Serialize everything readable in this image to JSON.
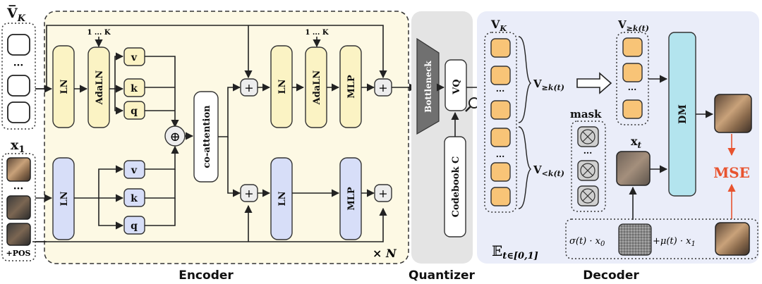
{
  "inputs": {
    "vk_label_main": "V̅",
    "vk_label_sub": "K",
    "x1_label_main": "x",
    "x1_label_sub": "1",
    "pos_label": "+POS",
    "vk_dots": "···",
    "x1_dots": "···"
  },
  "encoder": {
    "section_label": "Encoder",
    "repeat_label": "× N",
    "ln_label": "LN",
    "adaln_label": "AdaLN",
    "mlp_label": "MLP",
    "cond_label": "1 ... K",
    "v_label": "v",
    "k_label": "k",
    "q_label": "q",
    "coattention_label": "co-attention",
    "oplus": "⊕",
    "plus": "+"
  },
  "quantizer": {
    "section_label": "Quantizer",
    "bottleneck_label": "Bottleneck",
    "vq_label": "VQ",
    "codebook_label": "Codebook C"
  },
  "decoder": {
    "section_label": "Decoder",
    "vk_label_main": "V",
    "vk_label_sub": "K",
    "v_ge_main": "V",
    "v_ge_sub": "≥k(t)",
    "v_lt_main": "V",
    "v_lt_sub": "<k(t)",
    "top_v_main": "V",
    "top_v_sub": "≥k(t)",
    "mask_label": "mask",
    "xt_main": "x",
    "xt_sub": "t",
    "dm_label": "DM",
    "mse_label": "MSE",
    "formula_left": "σ(t) · x",
    "formula_left_sub": "0",
    "formula_right": "+μ(t) · x",
    "formula_right_sub": "1",
    "expectation_main": "𝔼",
    "expectation_sub": "t∈[0,1]",
    "dots": "···"
  },
  "colors": {
    "encoder_bg": "#fdf9e4",
    "yellow_block": "#fbf3c4",
    "blue_block": "#d7def8",
    "quantizer_bg": "#e4e4e4",
    "decoder_bg": "#eaedf9",
    "token_orange": "#f8c477",
    "dm_teal": "#b3e4ee",
    "mse_red": "#e8532f",
    "plus_gray": "#ededed"
  }
}
